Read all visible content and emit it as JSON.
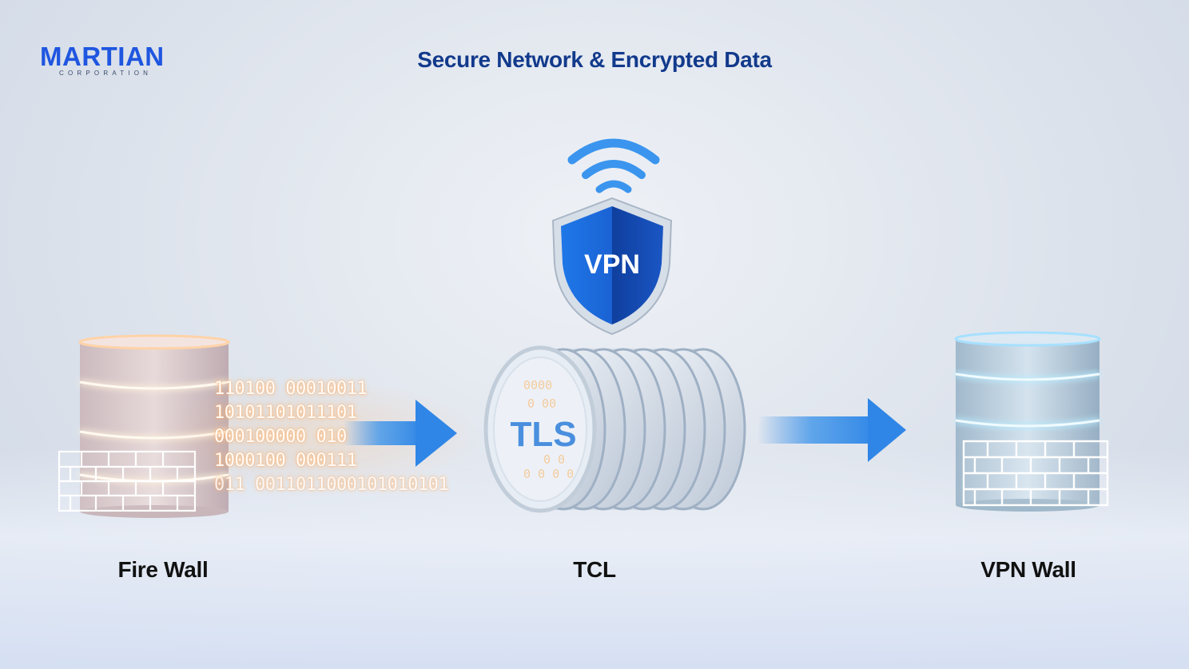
{
  "logo": {
    "name": "MARTIAN",
    "tagline": "CORPORATION"
  },
  "title": "Secure Network & Encrypted Data",
  "shield_text": "VPN",
  "cylinder_text": "TLS",
  "binary_lines": [
    "110100 00010011",
    "10101101011101",
    "000100000 010",
    "1000100 000111",
    "011 0011011000101010101"
  ],
  "labels": {
    "left": "Fire Wall",
    "center": "TCL",
    "right": "VPN Wall"
  },
  "colors": {
    "brand": "#1f56e0",
    "title": "#123a8c",
    "arrow": "#2f86e6",
    "shield": "#1a5fd6",
    "firewall_glow": "#ffb27a",
    "vpn_glow": "#7fd4ff"
  },
  "icons": [
    "wifi-icon",
    "shield-icon",
    "brick-wall-icon",
    "arrow-right-icon",
    "server-cylinder-icon"
  ]
}
